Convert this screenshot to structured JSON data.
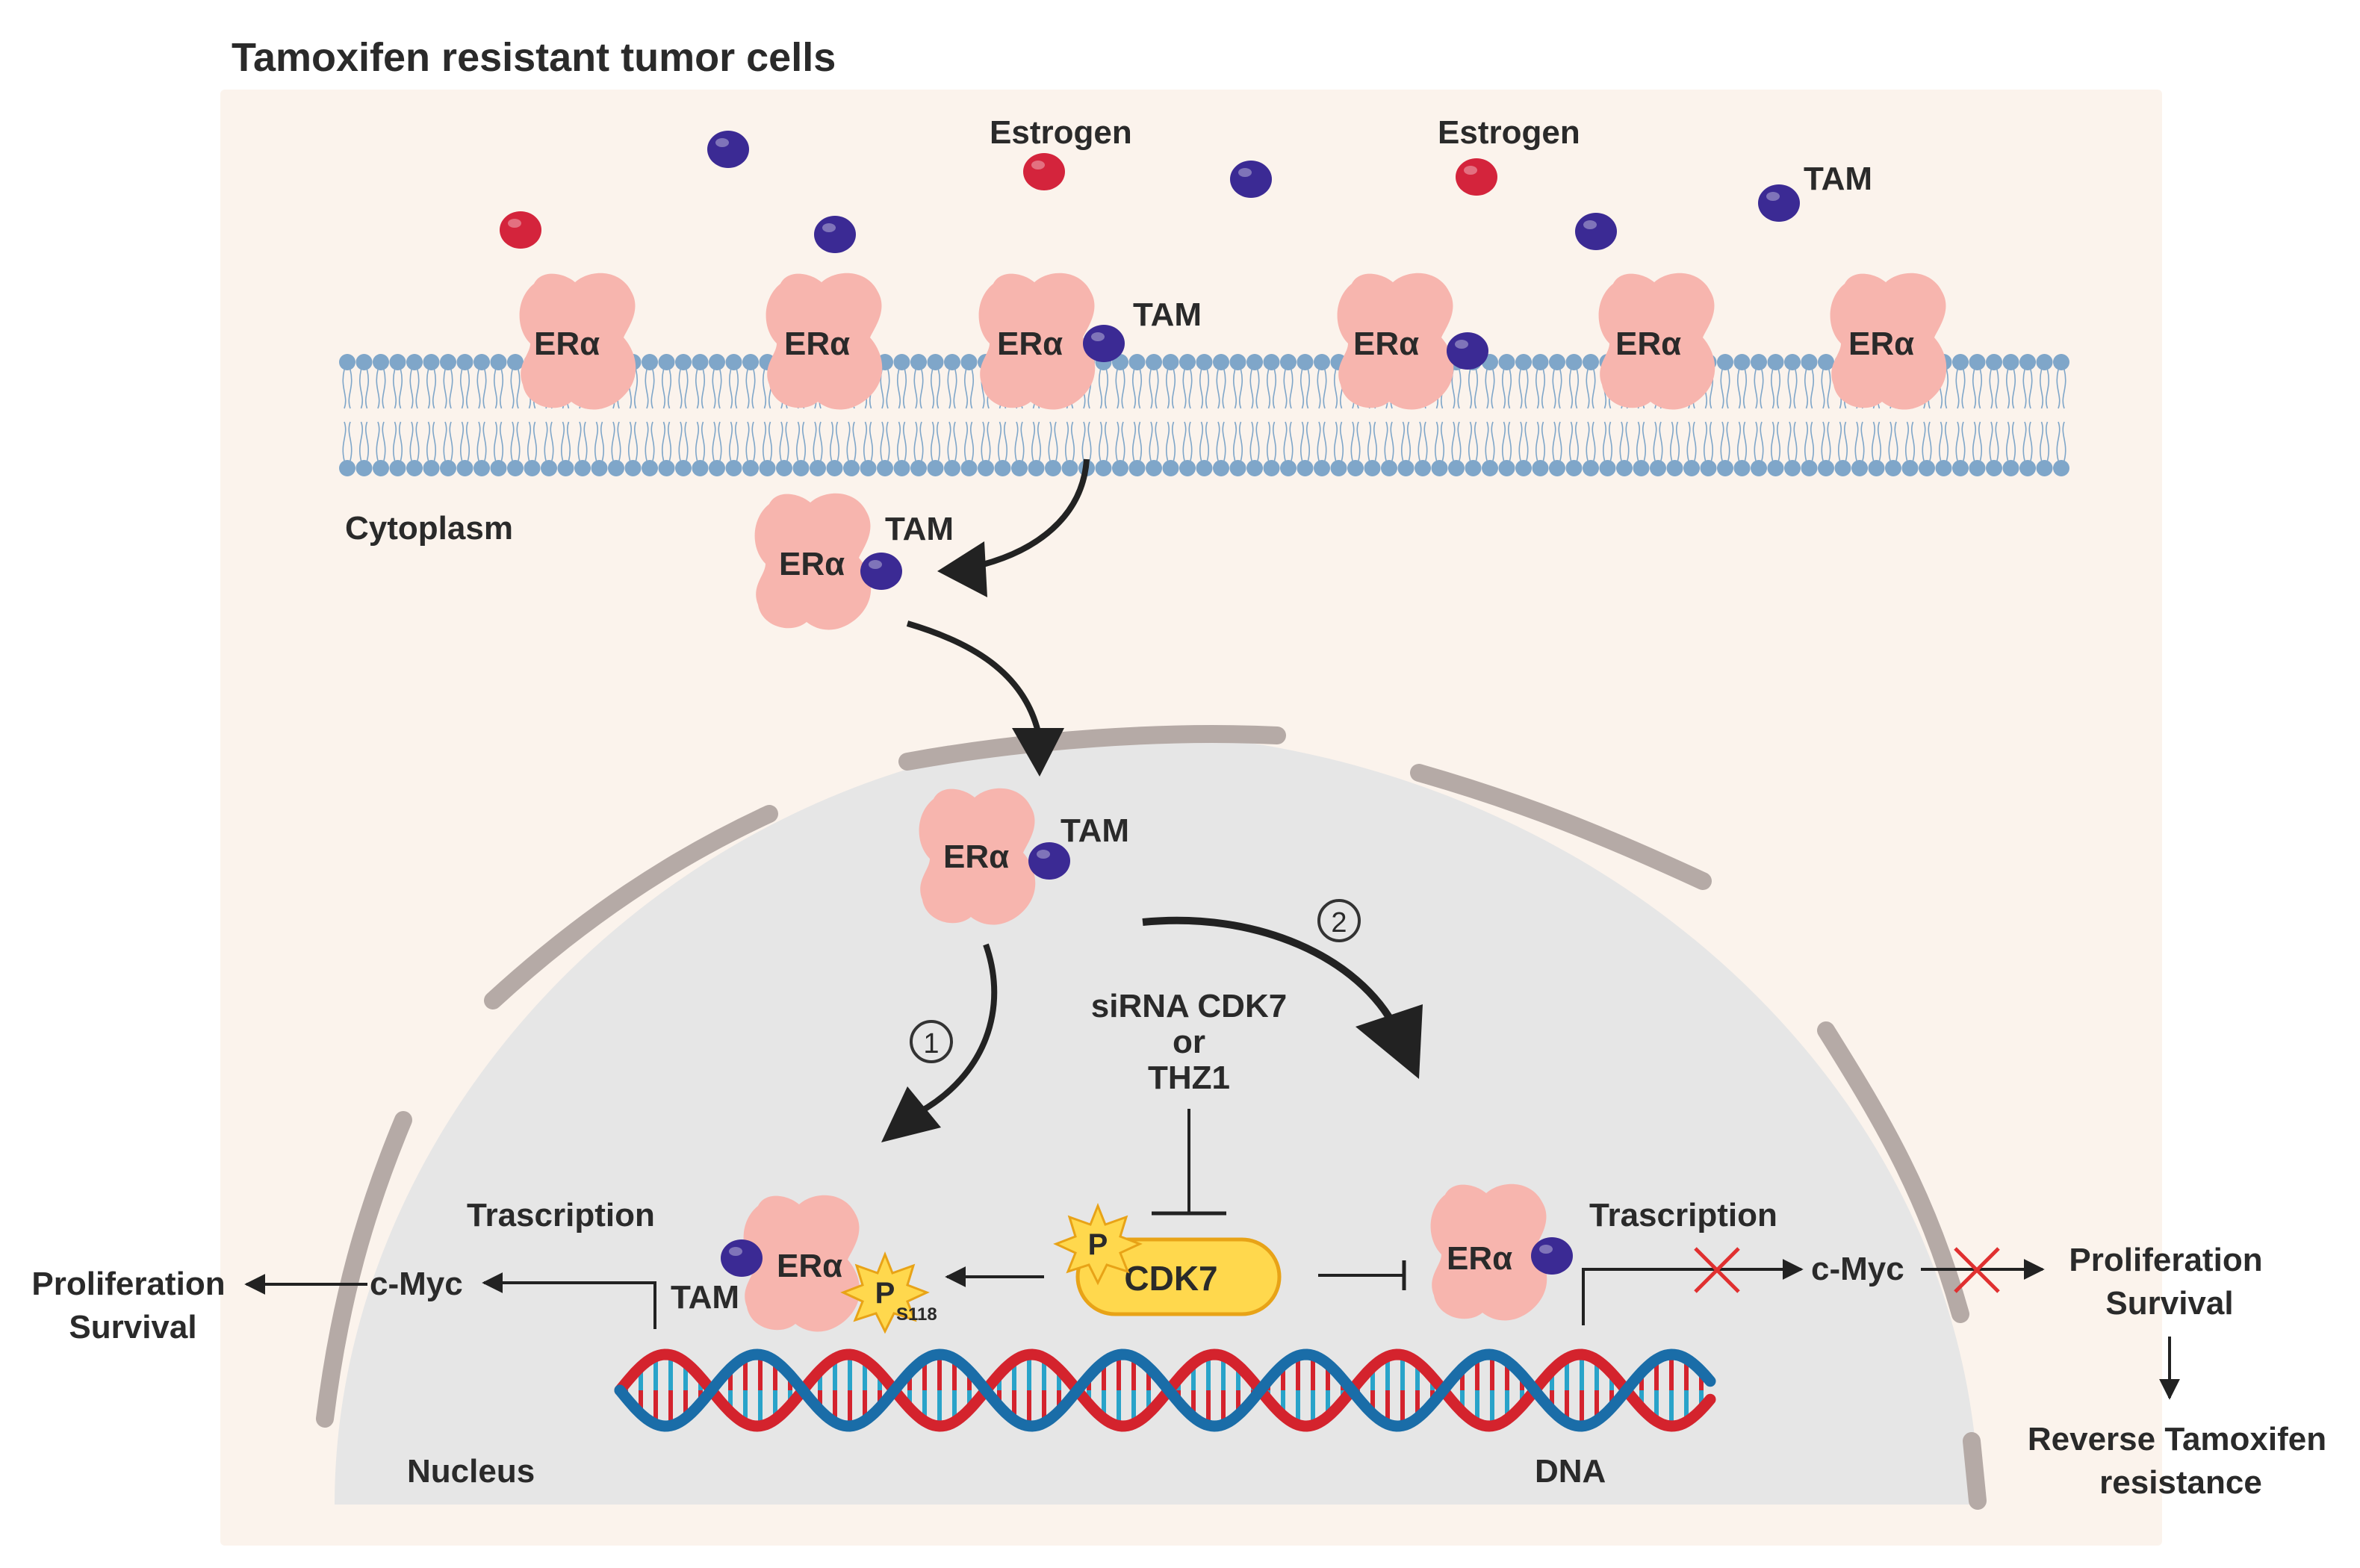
{
  "title": "Tamoxifen resistant tumor cells",
  "labels": {
    "estrogen": "Estrogen",
    "tam": "TAM",
    "era": "ERα",
    "cytoplasm": "Cytoplasm",
    "nucleus": "Nucleus",
    "dna": "DNA",
    "transcription": "Trascription",
    "cmyc": "c-Myc",
    "proliferation": "Proliferation",
    "survival": "Survival",
    "sirna_line1": "siRNA CDK7",
    "sirna_line2": "or",
    "sirna_line3": "THZ1",
    "cdk7": "CDK7",
    "p": "P",
    "s118": "S118",
    "step1": "1",
    "step2": "2",
    "reverse_line1": "Reverse Tamoxifen",
    "reverse_line2": "resistance"
  },
  "colors": {
    "background": "#fbf3ec",
    "nucleus": "#e6e6e6",
    "nuclear_envelope": "#b5aaa6",
    "receptor": "#f7b5ae",
    "estrogen": "#d4243c",
    "tamoxifen": "#3b2a94",
    "membrane": "#7fa6c9",
    "cdk7_fill": "#ffd84d",
    "cdk7_stroke": "#e8a317",
    "dna_red": "#d4232d",
    "dna_blue": "#1a6da8",
    "inhibit_cross": "#e03030"
  }
}
